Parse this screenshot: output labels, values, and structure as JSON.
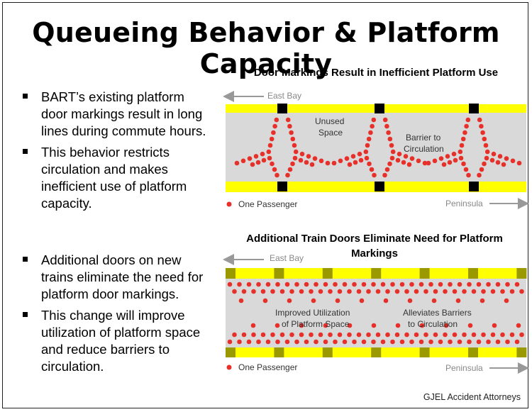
{
  "title": "Queueing Behavior & Platform Capacity",
  "bullets_top": [
    "BART’s existing platform door markings result in long lines during commute hours.",
    "This behavior restricts circulation and makes inefficient use of platform capacity."
  ],
  "bullets_bottom": [
    "Additional doors on new trains eliminate the need for platform door markings.",
    "This change will improve utilization of platform space and reduce barriers to circulation."
  ],
  "diagram_top": {
    "heading": "Door Markings Result in Inefficient Platform Use",
    "direction_left": "East Bay",
    "direction_right": "Peninsula",
    "label_unused": [
      "Unused",
      "Space"
    ],
    "label_barrier": [
      "Barrier to",
      "Circulation"
    ],
    "legend": "One Passenger"
  },
  "diagram_bottom": {
    "heading": "Additional Train Doors Eliminate Need for Platform Markings",
    "direction_left": "East Bay",
    "direction_right": "Peninsula",
    "label_improved": [
      "Improved Utilization",
      "of Platform Space"
    ],
    "label_alleviates": [
      "Alleviates Barriers",
      "to Circulation"
    ],
    "legend": "One Passenger"
  },
  "footer": "GJEL Accident Attorneys",
  "colors": {
    "platform": "#d9d9d9",
    "edge": "#ffff00",
    "passenger": "#e8302a",
    "door_marker_top": "#000000",
    "door_marker_bottom": "#9a9a00",
    "arrow": "#999999"
  }
}
